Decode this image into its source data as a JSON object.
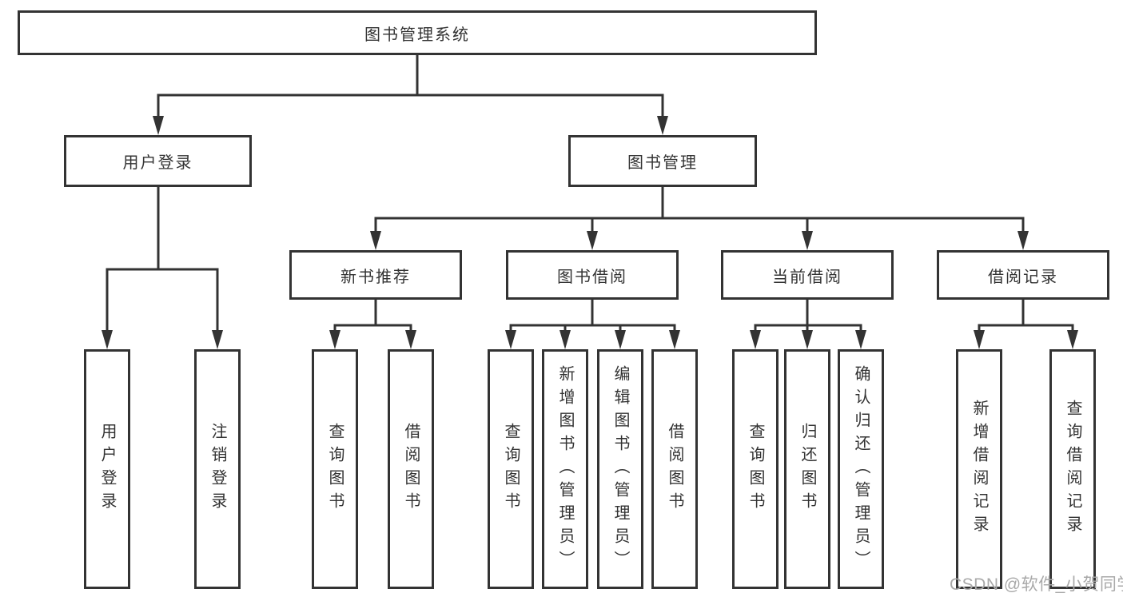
{
  "diagram": {
    "root": {
      "label": "图书管理系统"
    },
    "branches": [
      {
        "label": "用户登录",
        "children": [
          {
            "label": "用户登录"
          },
          {
            "label": "注销登录"
          }
        ]
      },
      {
        "label": "图书管理",
        "groups": [
          {
            "label": "新书推荐",
            "children": [
              {
                "label": "查询图书"
              },
              {
                "label": "借阅图书"
              }
            ]
          },
          {
            "label": "图书借阅",
            "children": [
              {
                "label": "查询图书"
              },
              {
                "label": "新增图书（管理员）"
              },
              {
                "label": "编辑图书（管理员）"
              },
              {
                "label": "借阅图书"
              }
            ]
          },
          {
            "label": "当前借阅",
            "children": [
              {
                "label": "查询图书"
              },
              {
                "label": "归还图书"
              },
              {
                "label": "确认归还（管理员）"
              }
            ]
          },
          {
            "label": "借阅记录",
            "children": [
              {
                "label": "新增借阅记录"
              },
              {
                "label": "查询借阅记录"
              }
            ]
          }
        ]
      }
    ]
  },
  "watermark": {
    "text": "CSDN @软件_小贺同学"
  },
  "colors": {
    "line": "#333333",
    "text": "#333333",
    "watermark": "#a9a9a9",
    "background": "#ffffff"
  }
}
